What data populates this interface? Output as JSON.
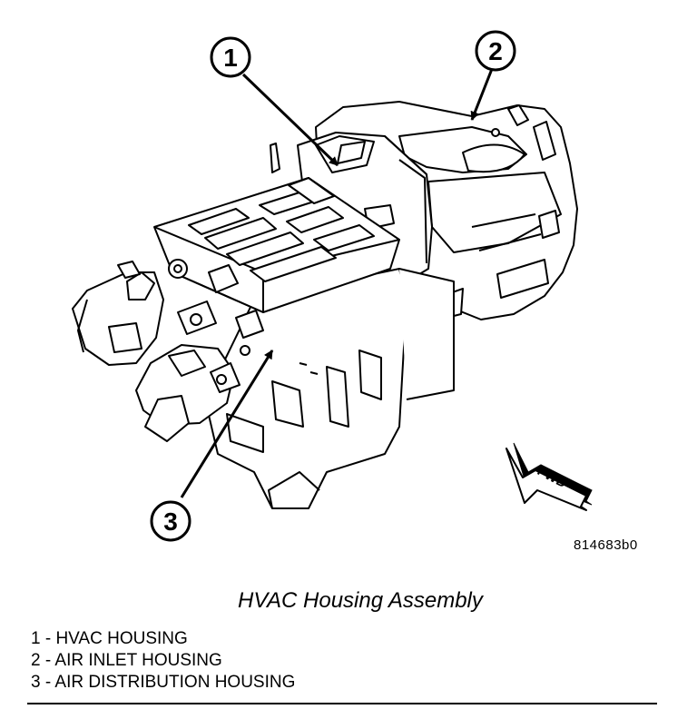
{
  "figure": {
    "callouts": [
      "1",
      "2",
      "3"
    ],
    "direction_arrow_label": "FWD",
    "reference_code": "814683b0"
  },
  "caption": "HVAC Housing Assembly",
  "legend": [
    "1 - HVAC HOUSING",
    "2 - AIR INLET HOUSING",
    "3 - AIR DISTRIBUTION HOUSING"
  ]
}
